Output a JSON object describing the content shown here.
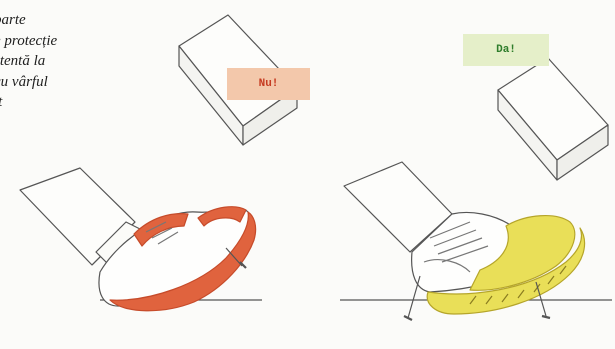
{
  "caption": {
    "lines": [
      "parte",
      "e protecție",
      "stentă la",
      "cu vârful",
      "ît"
    ]
  },
  "labels": {
    "no": {
      "text": "Nu!",
      "bg": "#f3c8ab",
      "color": "#c63b21"
    },
    "yes": {
      "text": "Da!",
      "bg": "#e5efc9",
      "color": "#2f7d2b"
    }
  },
  "colors": {
    "unsafe_shoe_accent": "#e0633e",
    "safe_shoe_accent": "#e9df58",
    "line": "#555555"
  }
}
